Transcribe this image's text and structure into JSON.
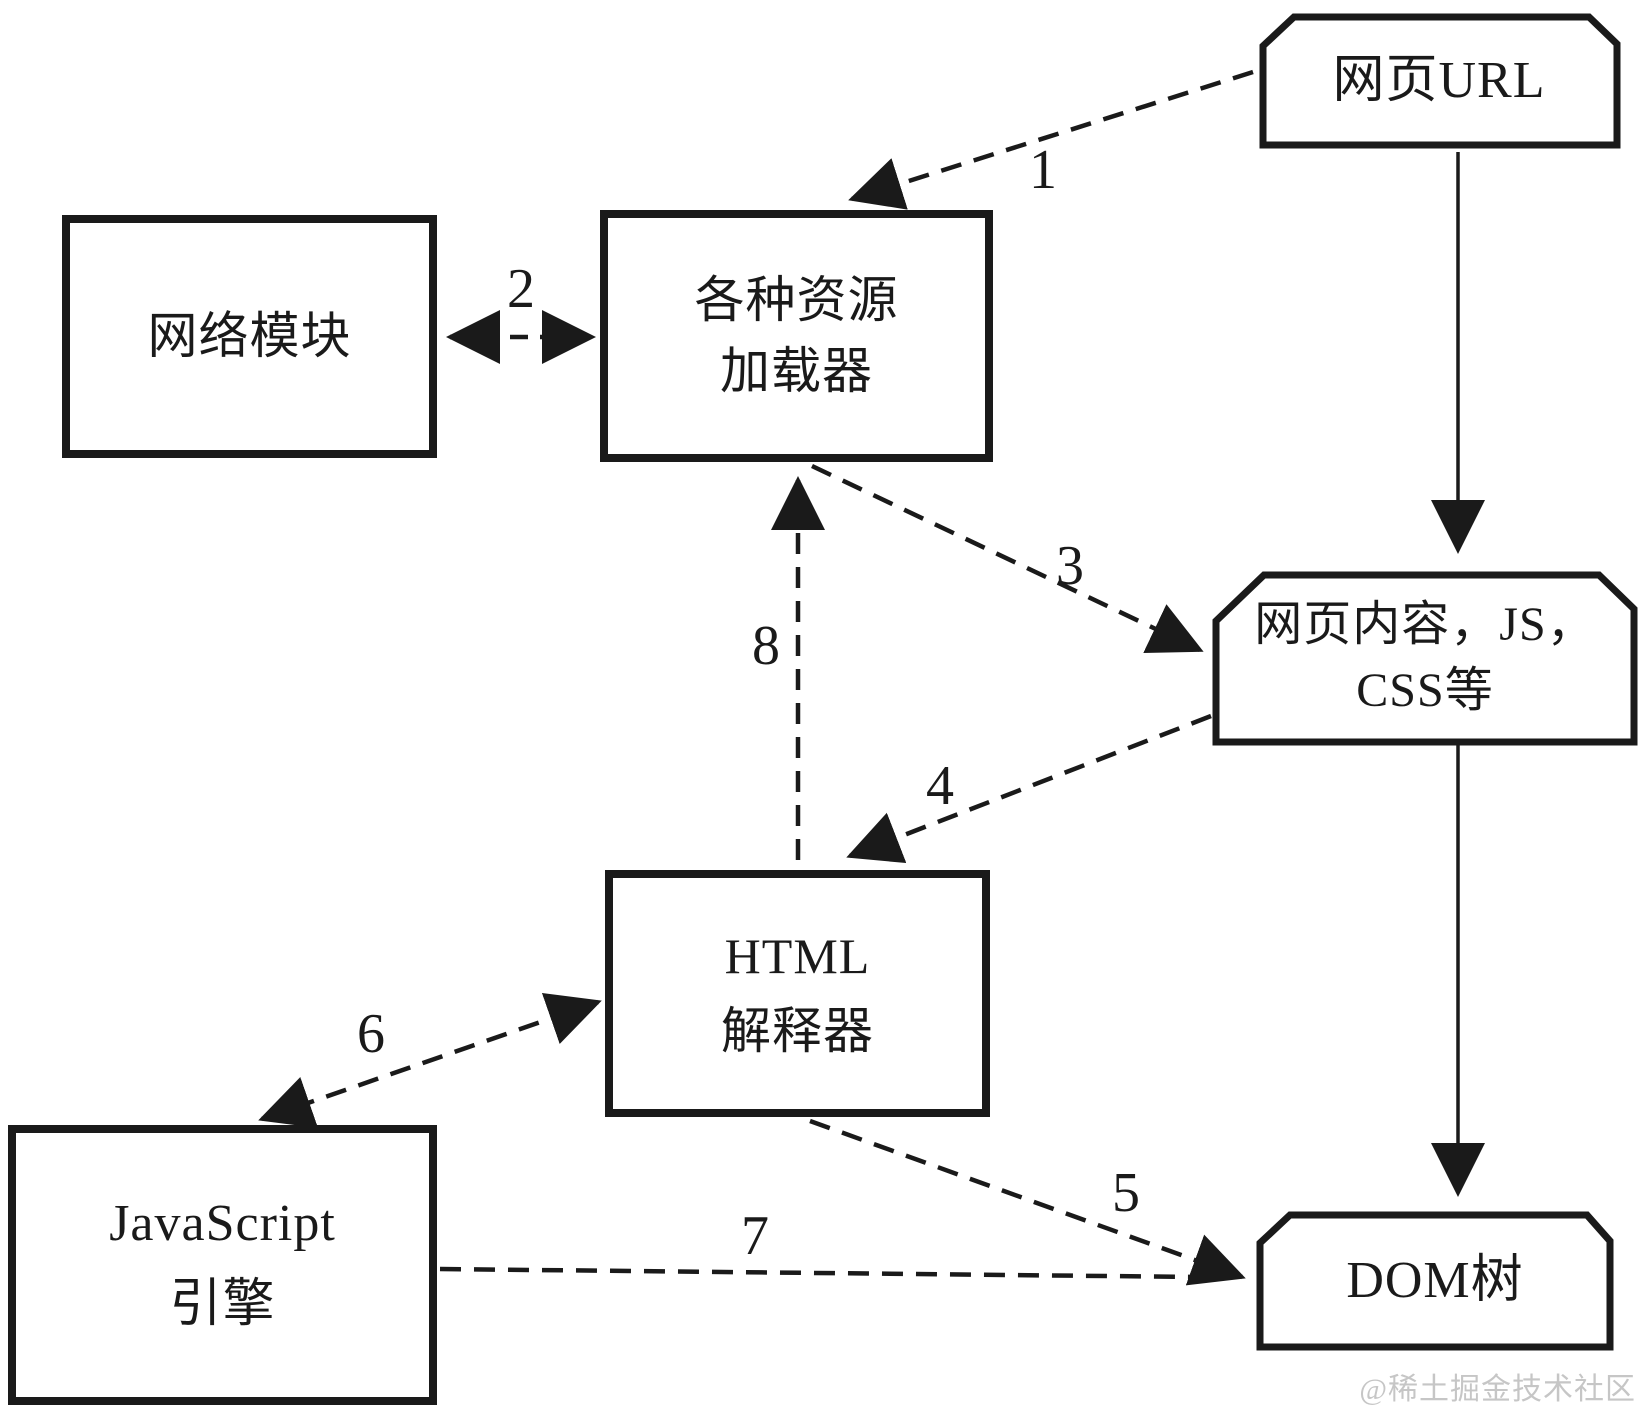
{
  "boxes": {
    "url": {
      "label": "网页URL"
    },
    "network": {
      "label": "网络模块"
    },
    "loader": {
      "line1": "各种资源",
      "line2": "加载器"
    },
    "content": {
      "line1": "网页内容，JS，",
      "line2": "CSS等"
    },
    "html_interpreter": {
      "line1": "HTML",
      "line2": "解释器"
    },
    "js_engine": {
      "line1": "JavaScript",
      "line2": "引擎"
    },
    "dom": {
      "label": "DOM树"
    }
  },
  "connections": [
    {
      "label": "1",
      "from": "url",
      "to": "loader",
      "style": "dashed",
      "bidirectional": false
    },
    {
      "label": "2",
      "from": "network",
      "to": "loader",
      "style": "dashed",
      "bidirectional": true
    },
    {
      "label": "3",
      "from": "loader",
      "to": "content",
      "style": "dashed",
      "bidirectional": false
    },
    {
      "label": "4",
      "from": "content",
      "to": "html_interpreter",
      "style": "dashed",
      "bidirectional": false
    },
    {
      "label": "5",
      "from": "html_interpreter",
      "to": "dom",
      "style": "dashed",
      "bidirectional": false
    },
    {
      "label": "6",
      "from": "html_interpreter",
      "to": "js_engine",
      "style": "dashed",
      "bidirectional": true
    },
    {
      "label": "7",
      "from": "js_engine",
      "to": "dom",
      "style": "dashed",
      "bidirectional": false
    },
    {
      "label": "8",
      "from": "html_interpreter",
      "to": "loader",
      "style": "dashed",
      "bidirectional": false
    },
    {
      "label": "",
      "from": "url",
      "to": "content",
      "style": "solid",
      "bidirectional": false
    },
    {
      "label": "",
      "from": "content",
      "to": "dom",
      "style": "solid",
      "bidirectional": false
    }
  ],
  "watermark": "@稀土掘金技术社区",
  "colors": {
    "ink": "#1a1a1a",
    "background": "#ffffff",
    "watermark": "#c6c6c6"
  }
}
